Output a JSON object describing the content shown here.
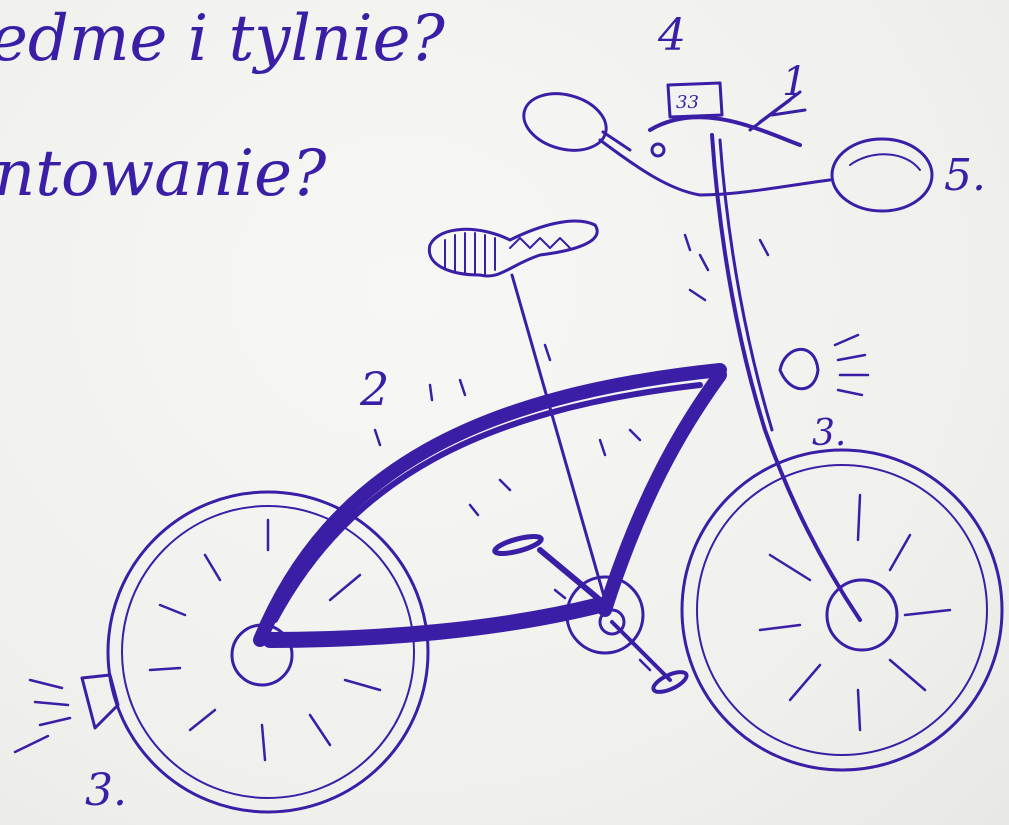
{
  "handwriting": {
    "line1": "edme i tylnie?",
    "line2": "ntowanie?"
  },
  "labels": {
    "bell": "1",
    "frame": "2",
    "light_front": "3.",
    "light_rear": "3.",
    "handlebar_display": "4",
    "display_text": "33",
    "mirror": "5."
  },
  "colors": {
    "ink": "#3a1fa6",
    "paper": "#f3f3f1"
  }
}
